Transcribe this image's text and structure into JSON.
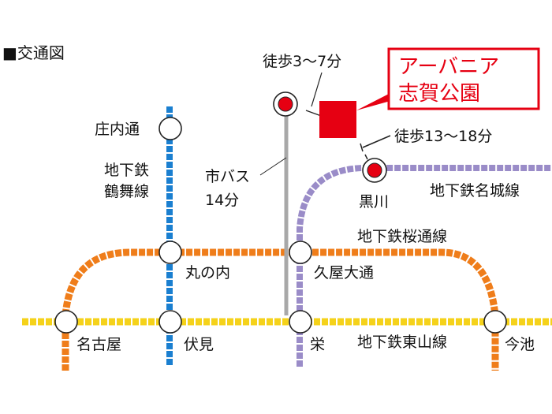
{
  "title": "■交通図",
  "destination": {
    "line1": "アーバニア",
    "line2": "志賀公園"
  },
  "walk": {
    "near": "徒歩3〜7分",
    "far": "徒歩13〜18分"
  },
  "bus": {
    "line1": "市バス",
    "line2": "14分"
  },
  "lines": {
    "tsurumai": {
      "line1": "地下鉄",
      "line2": "鶴舞線",
      "color": "#1a7fd0"
    },
    "meijo": {
      "label": "地下鉄名城線",
      "color": "#9a8cc8"
    },
    "sakuradori": {
      "label": "地下鉄桜通線",
      "color": "#ef7d1a"
    },
    "higashiyama": {
      "label": "地下鉄東山線",
      "color": "#f5d21a"
    },
    "bus": {
      "color": "#a8a8a8"
    }
  },
  "stations": {
    "shonaidori": "庄内通",
    "kurokawa": "黒川",
    "marunouchi": "丸の内",
    "hisaya": "久屋大通",
    "nagoya": "名古屋",
    "fushimi": "伏見",
    "sakae": "栄",
    "imaike": "今池"
  },
  "accent_color": "#e60012"
}
